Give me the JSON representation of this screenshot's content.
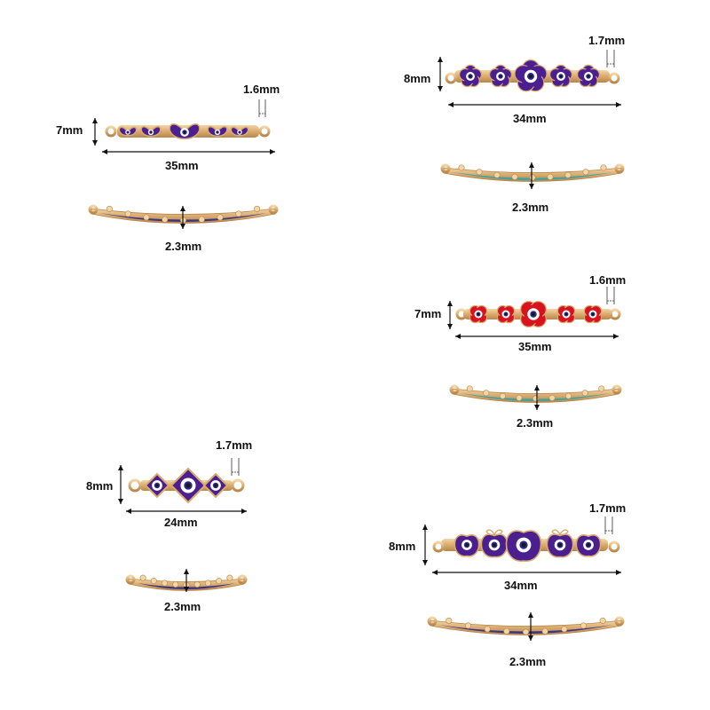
{
  "colors": {
    "gold": "#d9ab6f",
    "gold_dark": "#b8864a",
    "gold_light": "#f3d6a6",
    "purple": "#4b1f8f",
    "purple_dark": "#36146a",
    "red": "#d8121e",
    "teal": "#2ea6a9",
    "navy": "#2a2a8a",
    "white": "#ffffff",
    "pupil": "#1a1a1a"
  },
  "items": [
    {
      "id": "butterfly",
      "enamel": "purple",
      "height_label": "7mm",
      "thickness_label": "1.6mm",
      "width_label": "35mm",
      "side_label": "2.3mm",
      "side_enamel": "navy"
    },
    {
      "id": "flower-purple",
      "enamel": "purple",
      "height_label": "8mm",
      "thickness_label": "1.7mm",
      "width_label": "34mm",
      "side_label": "2.3mm",
      "side_enamel": "teal"
    },
    {
      "id": "clover-red",
      "enamel": "red",
      "height_label": "7mm",
      "thickness_label": "1.6mm",
      "width_label": "35mm",
      "side_label": "2.3mm",
      "side_enamel": "teal"
    },
    {
      "id": "rhombus",
      "enamel": "purple",
      "height_label": "8mm",
      "thickness_label": "1.7mm",
      "width_label": "24mm",
      "side_label": "2.3mm",
      "side_enamel": "navy"
    },
    {
      "id": "apple",
      "enamel": "purple",
      "height_label": "8mm",
      "thickness_label": "1.7mm",
      "width_label": "34mm",
      "side_label": "2.3mm",
      "side_enamel": "navy"
    }
  ]
}
